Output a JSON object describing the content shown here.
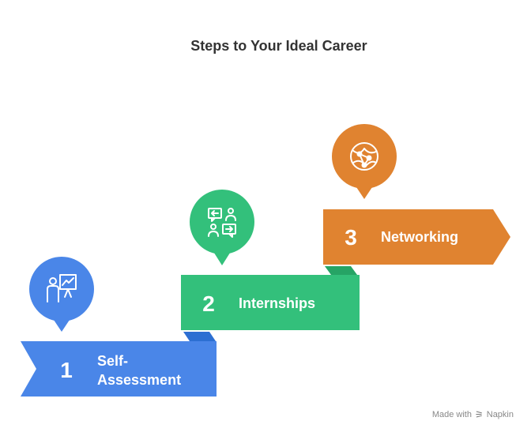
{
  "title": "Steps to Your Ideal Career",
  "steps": [
    {
      "number": "1",
      "label_line1": "Self-",
      "label_line2": "Assessment",
      "color": "#4A86E8",
      "icon": "presentation-icon"
    },
    {
      "number": "2",
      "label_line1": "Internships",
      "color": "#33C07B",
      "icon": "conversation-icon"
    },
    {
      "number": "3",
      "label_line1": "Networking",
      "color": "#E08330",
      "icon": "globe-network-icon"
    }
  ],
  "footer": {
    "made_with": "Made with",
    "brand": "Napkin"
  }
}
